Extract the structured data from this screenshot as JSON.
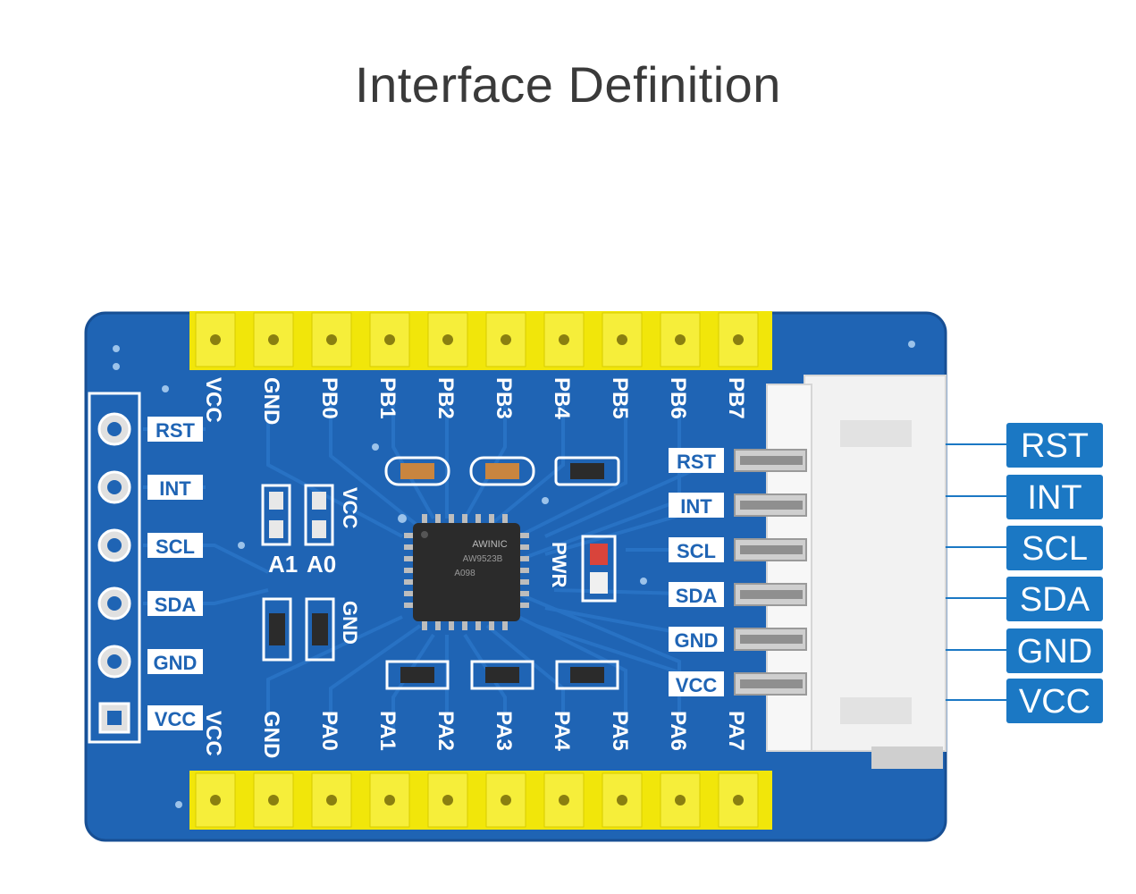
{
  "title": "Interface Definition",
  "board": {
    "top_header_labels": [
      "VCC",
      "GND",
      "PB0",
      "PB1",
      "PB2",
      "PB3",
      "PB4",
      "PB5",
      "PB6",
      "PB7"
    ],
    "bottom_header_labels": [
      "VCC",
      "GND",
      "PA0",
      "PA1",
      "PA2",
      "PA3",
      "PA4",
      "PA5",
      "PA6",
      "PA7"
    ],
    "left_header_labels": [
      "RST",
      "INT",
      "SCL",
      "SDA",
      "GND",
      "VCC"
    ],
    "connector_labels": [
      "RST",
      "INT",
      "SCL",
      "SDA",
      "GND",
      "VCC"
    ],
    "misc_labels": {
      "vcc": "VCC",
      "a0": "A0",
      "a1": "A1",
      "gnd": "GND",
      "pwr": "PWR"
    },
    "chip_text": [
      "AWINIC",
      "AW9523B",
      "A098"
    ]
  },
  "callouts": [
    "RST",
    "INT",
    "SCL",
    "SDA",
    "GND",
    "VCC"
  ],
  "colors": {
    "pcb": "#1f64b4",
    "pcb_dark": "#174f94",
    "trace": "#2a74c6",
    "header": "#f1e60a",
    "callout": "#1b78c4",
    "connector": "#f2f2f2"
  }
}
